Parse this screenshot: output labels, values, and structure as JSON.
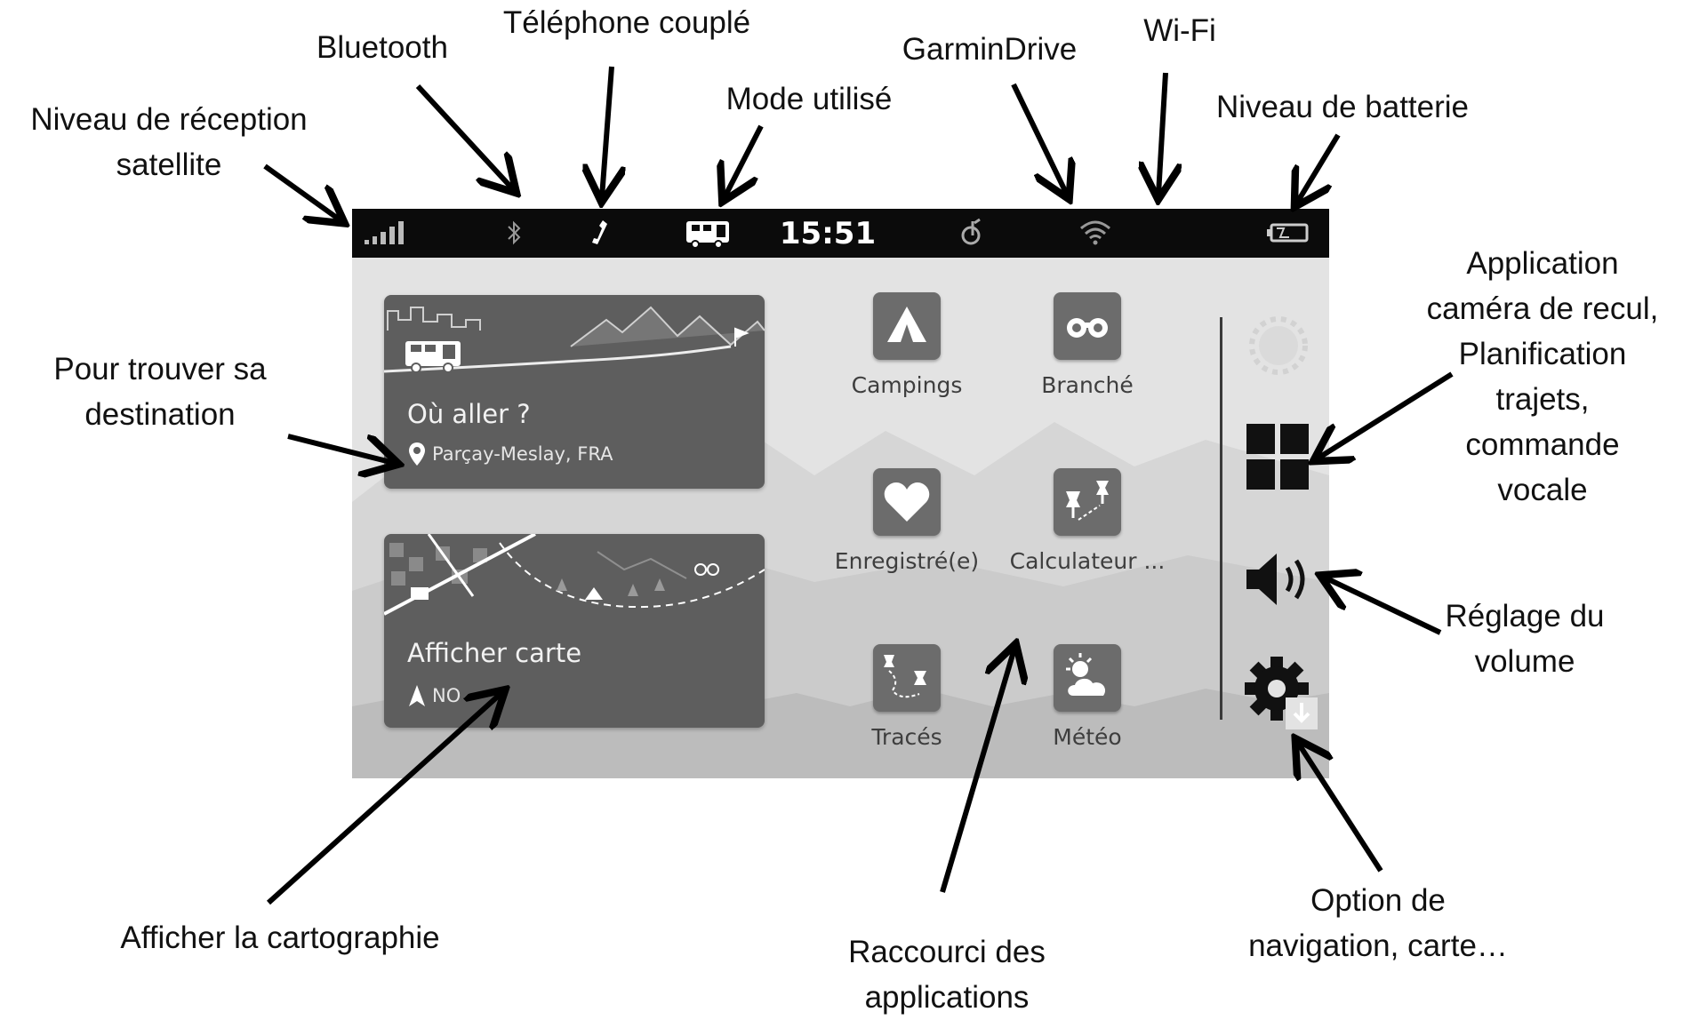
{
  "annotations": {
    "satellite": [
      "Niveau de réception",
      "satellite"
    ],
    "bluetooth": "Bluetooth",
    "phone": "Téléphone couplé",
    "mode": "Mode utilisé",
    "garmindrive": "GarminDrive",
    "wifi": "Wi-Fi",
    "battery": "Niveau de batterie",
    "destination": [
      "Pour trouver sa",
      "destination"
    ],
    "apps_button": [
      "Application",
      "caméra de recul,",
      "Planification",
      "trajets,",
      "commande",
      "vocale"
    ],
    "volume": [
      "Réglage du",
      "volume"
    ],
    "settings": [
      "Option de",
      "navigation, carte…"
    ],
    "map": "Afficher la cartographie",
    "shortcuts": [
      "Raccourci des",
      "applications"
    ]
  },
  "status_bar": {
    "time": "15:51",
    "icons": [
      "signal-bars-icon",
      "bluetooth-icon",
      "phone-icon",
      "camper-van-icon",
      "garmindrive-icon",
      "wifi-icon",
      "battery-icon"
    ]
  },
  "cards": {
    "where_to": {
      "title": "Où aller ?",
      "location": "Parçay-Meslay, FRA"
    },
    "view_map": {
      "title": "Afficher carte",
      "heading": "NO"
    }
  },
  "apps": [
    {
      "label": "Campings",
      "icon": "tent-icon"
    },
    {
      "label": "Branché",
      "icon": "binoculars-icon"
    },
    {
      "label": "Enregistré(e)",
      "icon": "heart-icon"
    },
    {
      "label": "Calculateur ...",
      "icon": "route-pins-icon"
    },
    {
      "label": "Tracés",
      "icon": "track-pins-icon"
    },
    {
      "label": "Météo",
      "icon": "weather-icon"
    }
  ],
  "sidebar": [
    "brightness-icon",
    "apps-grid-icon",
    "volume-icon",
    "settings-gear-icon"
  ],
  "colors": {
    "status_bar": "#0b0b0b",
    "screen_bg": "#e3e3e3",
    "card": "#5e5e5e",
    "tile": "#6c6c6c"
  }
}
